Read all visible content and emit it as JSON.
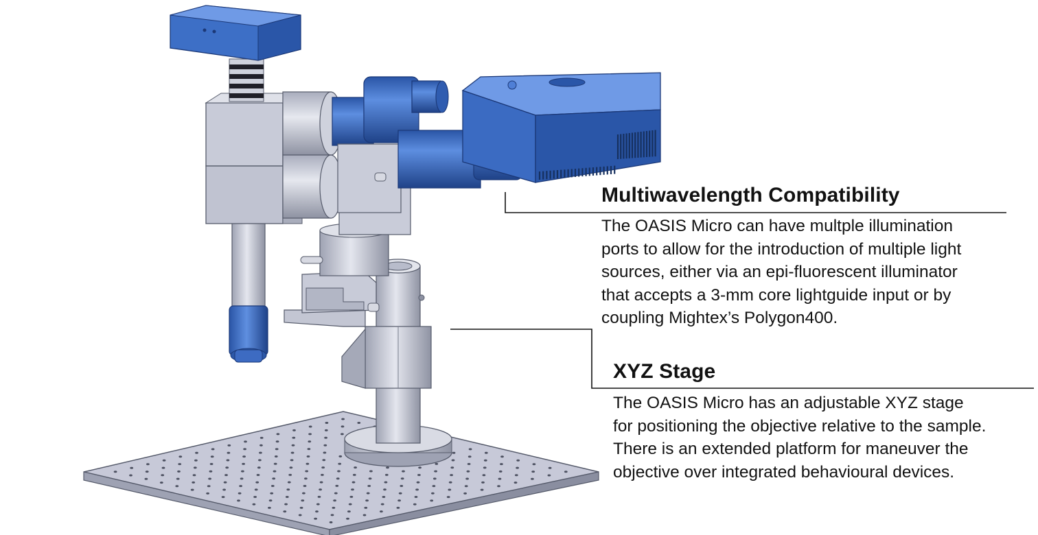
{
  "callouts": {
    "multiwavelength": {
      "title": "Multiwavelength Compatibility",
      "lines": [
        "The OASIS Micro can have multple illumination",
        "ports to allow for the introduction of multiple light",
        "sources, either via an epi-fluorescent illuminator",
        "that accepts a 3-mm core lightguide input or by",
        "coupling Mightex’s Polygon400."
      ]
    },
    "xyz_stage": {
      "title": "XYZ Stage",
      "lines": [
        "The OASIS Micro has an adjustable XYZ stage",
        "for positioning the objective relative to the sample.",
        "There is an extended platform for maneuver the",
        "objective over integrated behavioural devices."
      ]
    }
  },
  "colors": {
    "blue": "#3a6fc8",
    "blue_dark": "#23488f",
    "metal": "#c6c9d6",
    "metal_dark": "#8d91a2",
    "text": "#111111",
    "leader_line": "#111111"
  }
}
